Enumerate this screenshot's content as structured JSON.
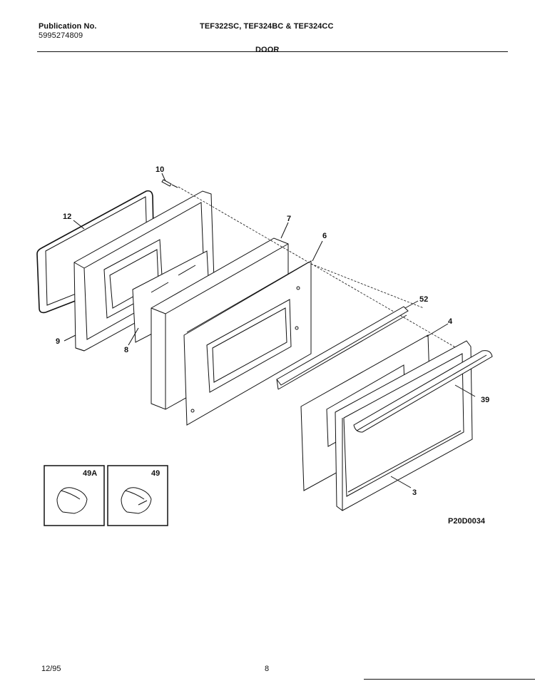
{
  "header": {
    "publication_label": "Publication No.",
    "publication_number": "5995274809",
    "models": "TEF322SC, TEF324BC & TEF324CC",
    "section": "DOOR"
  },
  "callouts": {
    "c10": "10",
    "c12": "12",
    "c7": "7",
    "c6": "6",
    "c9": "9",
    "c8": "8",
    "c52": "52",
    "c4": "4",
    "c39": "39",
    "c3": "3",
    "c49a": "49A",
    "c49": "49"
  },
  "diagram_code": "P20D0034",
  "footer": {
    "date": "12/95",
    "page": "8"
  }
}
